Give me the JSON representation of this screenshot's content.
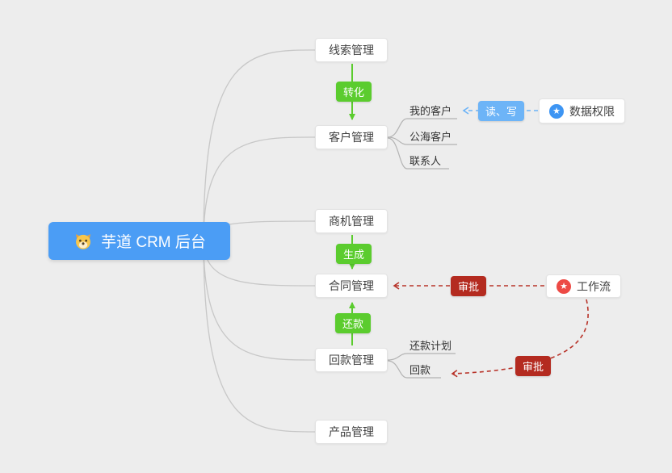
{
  "root": {
    "label": "芋道 CRM 后台"
  },
  "branches": [
    {
      "label": "线索管理"
    },
    {
      "label": "客户管理",
      "children": [
        "我的客户",
        "公海客户",
        "联系人"
      ]
    },
    {
      "label": "商机管理"
    },
    {
      "label": "合同管理"
    },
    {
      "label": "回款管理",
      "children": [
        "还款计划",
        "回款"
      ]
    },
    {
      "label": "产品管理"
    }
  ],
  "side_nodes": [
    {
      "label": "数据权限"
    },
    {
      "label": "工作流"
    }
  ],
  "edge_labels": {
    "convert": "转化",
    "generate": "生成",
    "repay": "还款",
    "read_write": "读、写",
    "approve_contract": "审批",
    "approve_receipt": "审批"
  },
  "icons": {
    "star": "★"
  },
  "colors": {
    "root_bg": "#4b9df5",
    "edge_green": "#5bcc2e",
    "edge_red": "#b42b20",
    "edge_blue": "#6db4f7",
    "data_permission_icon": "#3d95f3",
    "workflow_icon": "#ed4a45",
    "connector_gray": "#c7c7c7"
  }
}
